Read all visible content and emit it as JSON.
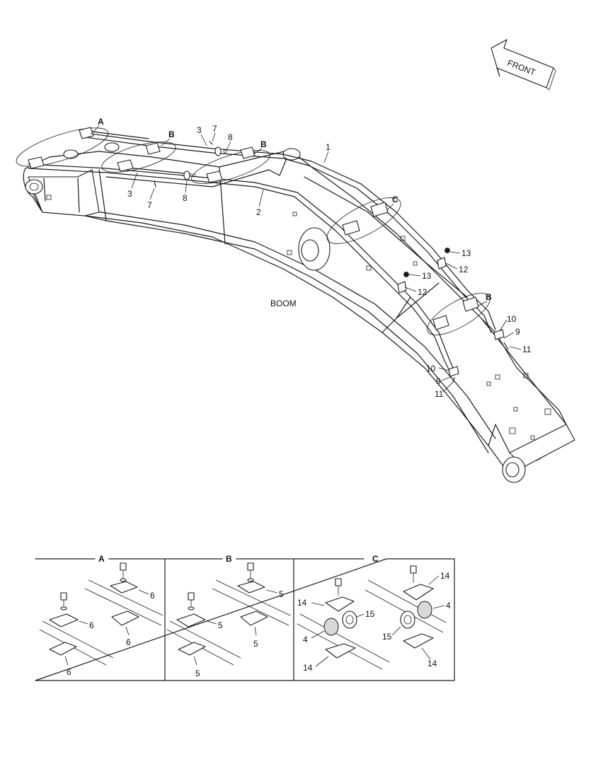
{
  "diagram": {
    "front_label": "FRONT",
    "boom_label": "BOOM",
    "detail_letters": {
      "a": "A",
      "b": "B",
      "c": "C"
    },
    "callouts": {
      "n1": "1",
      "n2": "2",
      "n3": "3",
      "n4": "4",
      "n5": "5",
      "n6": "6",
      "n7": "7",
      "n8": "8",
      "n9": "9",
      "n10": "10",
      "n11": "11",
      "n12": "12",
      "n13": "13",
      "n14": "14",
      "n15": "15"
    }
  },
  "details": [
    {
      "letter": "A",
      "part_labels": [
        "6",
        "6",
        "6",
        "6"
      ]
    },
    {
      "letter": "B",
      "part_labels": [
        "5",
        "5",
        "5",
        "5"
      ]
    },
    {
      "letter": "C",
      "part_labels": [
        "14",
        "15",
        "4",
        "14",
        "14",
        "4",
        "15",
        "14"
      ]
    }
  ]
}
